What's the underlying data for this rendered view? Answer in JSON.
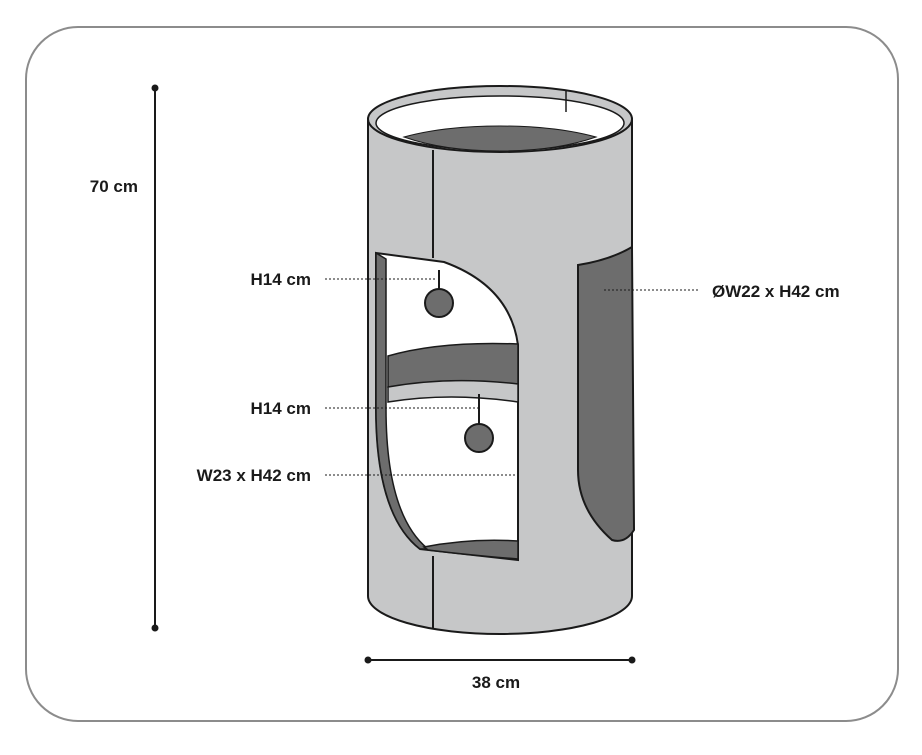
{
  "dimensions": {
    "height": "70 cm",
    "width": "38 cm"
  },
  "callouts": {
    "top_hanging_toy": "H14 cm",
    "bottom_hanging_toy": "H14 cm",
    "front_opening": "W23 x H42 cm",
    "side_opening": "ØW22 x H42 cm"
  },
  "colors": {
    "frame": "#8c8c8c",
    "body": "#c6c7c8",
    "dark_felt": "#6d6d6d",
    "outline": "#1a1a1a",
    "interior": "#ffffff"
  }
}
